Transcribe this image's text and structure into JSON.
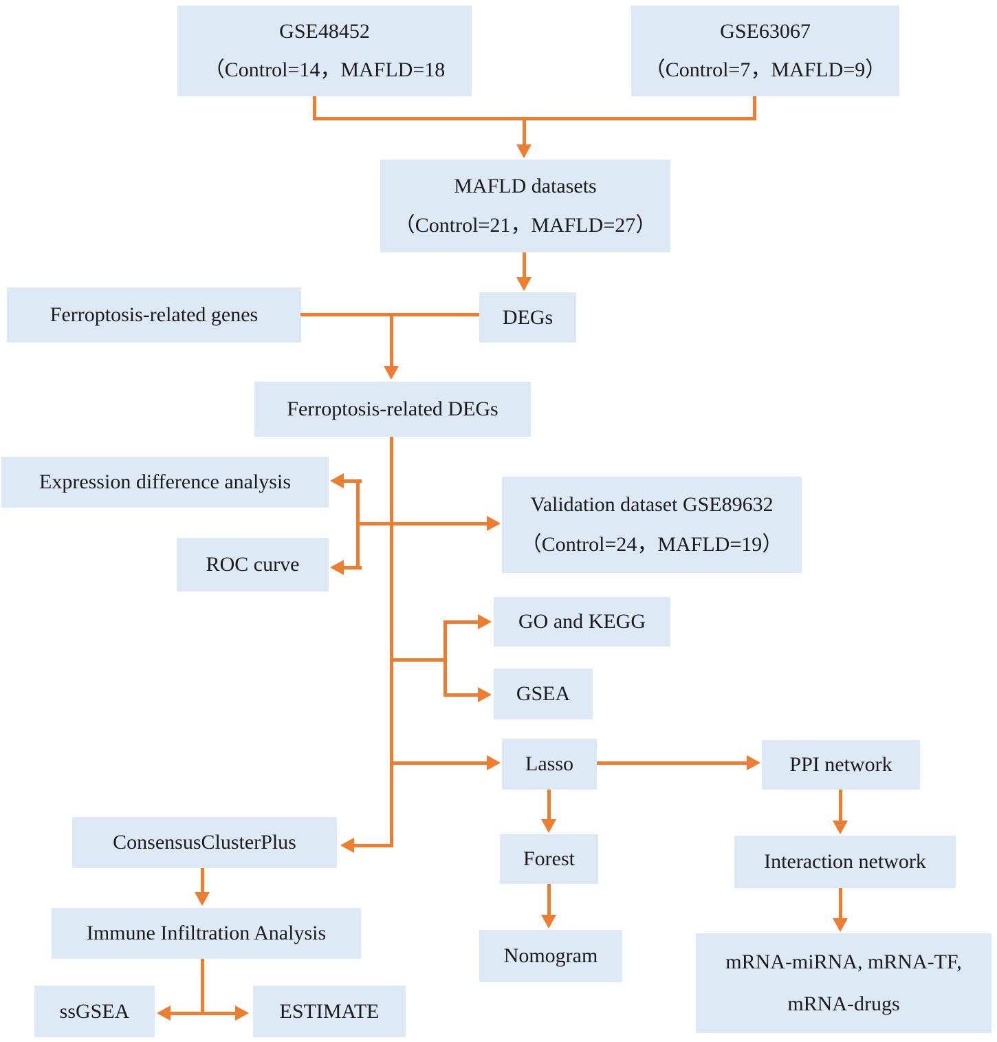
{
  "colors": {
    "box_fill": "#dde9f4",
    "arrow": "#ed7d31",
    "text": "#1b1b1b"
  },
  "nodes": {
    "gse48452": {
      "lines": [
        "GSE48452",
        "（Control=14，MAFLD=18"
      ]
    },
    "gse63067": {
      "lines": [
        "GSE63067",
        "（Control=7，MAFLD=9）"
      ]
    },
    "mafld_datasets": {
      "lines": [
        "MAFLD datasets",
        "（Control=21，MAFLD=27）"
      ]
    },
    "ferroptosis_genes": {
      "lines": [
        "Ferroptosis-related genes"
      ]
    },
    "degs": {
      "lines": [
        "DEGs"
      ]
    },
    "ferroptosis_degs": {
      "lines": [
        "Ferroptosis-related DEGs"
      ]
    },
    "expression_difference": {
      "lines": [
        "Expression difference analysis"
      ]
    },
    "roc_curve": {
      "lines": [
        "ROC curve"
      ]
    },
    "validation": {
      "lines": [
        "Validation dataset GSE89632",
        "（Control=24，MAFLD=19）"
      ]
    },
    "go_kegg": {
      "lines": [
        "GO and KEGG"
      ]
    },
    "gsea": {
      "lines": [
        "GSEA"
      ]
    },
    "lasso": {
      "lines": [
        "Lasso"
      ]
    },
    "ppi_network": {
      "lines": [
        "PPI network"
      ]
    },
    "forest": {
      "lines": [
        "Forest"
      ]
    },
    "nomogram": {
      "lines": [
        "Nomogram"
      ]
    },
    "interaction_network": {
      "lines": [
        "Interaction network"
      ]
    },
    "mrna_networks": {
      "lines": [
        "mRNA-miRNA, mRNA-TF,",
        "mRNA-drugs"
      ]
    },
    "consensus_cluster_plus": {
      "lines": [
        "ConsensusClusterPlus"
      ]
    },
    "immune_infiltration": {
      "lines": [
        "Immune Infiltration Analysis"
      ]
    },
    "ssgsea": {
      "lines": [
        "ssGSEA"
      ]
    },
    "estimate": {
      "lines": [
        "ESTIMATE"
      ]
    }
  }
}
